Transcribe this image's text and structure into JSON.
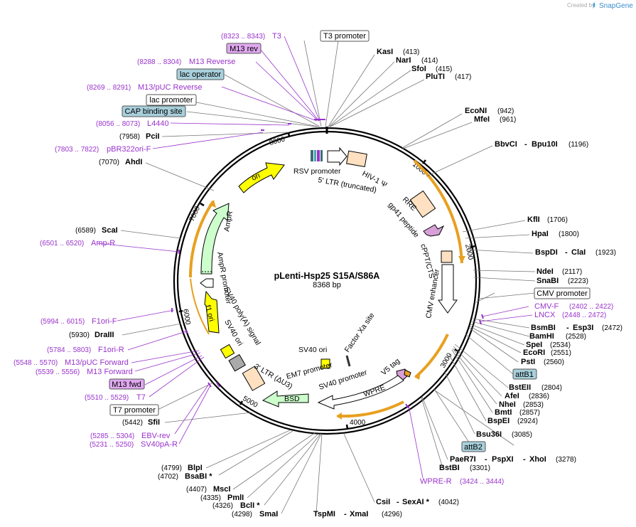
{
  "header": {
    "created_by": "Created by",
    "brand": "SnapGene"
  },
  "plasmid": {
    "name": "pLenti-Hsp25 S15A/S86A",
    "length": 8368,
    "length_label": "8368 bp"
  },
  "ticks": [
    {
      "pos": 1000,
      "label": "1000"
    },
    {
      "pos": 2000,
      "label": "2000"
    },
    {
      "pos": 3000,
      "label": "3000"
    },
    {
      "pos": 4000,
      "label": "4000"
    },
    {
      "pos": 5000,
      "label": "5000"
    },
    {
      "pos": 6000,
      "label": "6000"
    },
    {
      "pos": 7000,
      "label": "7000"
    },
    {
      "pos": 8000,
      "label": "8000"
    }
  ],
  "enzymes": [
    {
      "name": "KasI",
      "pos": "(413)"
    },
    {
      "name": "NarI",
      "pos": "(414)"
    },
    {
      "name": "SfoI",
      "pos": "(415)"
    },
    {
      "name": "PluTI",
      "pos": "(417)"
    },
    {
      "name": "EcoNI",
      "pos": "(942)"
    },
    {
      "name": "MfeI",
      "pos": "(961)"
    },
    {
      "name": "BbvCI",
      "name2": "Bpu10I",
      "pos": "(1196)"
    },
    {
      "name": "KflI",
      "pos": "(1706)"
    },
    {
      "name": "HpaI",
      "pos": "(1800)"
    },
    {
      "name": "BspDI",
      "name2": "ClaI",
      "pos": "(1923)"
    },
    {
      "name": "NdeI",
      "pos": "(2117)"
    },
    {
      "name": "SnaBI",
      "pos": "(2223)"
    },
    {
      "name": "BsmBI",
      "name2": "Esp3I",
      "pos": "(2472)"
    },
    {
      "name": "BamHI",
      "pos": "(2528)"
    },
    {
      "name": "SpeI",
      "pos": "(2534)"
    },
    {
      "name": "EcoRI",
      "pos": "(2551)"
    },
    {
      "name": "PstI",
      "pos": "(2560)"
    },
    {
      "name": "BstEII",
      "pos": "(2804)"
    },
    {
      "name": "AfeI",
      "pos": "(2836)"
    },
    {
      "name": "NheI",
      "pos": "(2853)"
    },
    {
      "name": "BmtI",
      "pos": "(2857)"
    },
    {
      "name": "BspEI",
      "pos": "(2924)"
    },
    {
      "name": "Bsu36I",
      "pos": "(3085)"
    },
    {
      "name": "PaeR7I",
      "name2": "PspXI",
      "name3": "XhoI",
      "pos": "(3278)"
    },
    {
      "name": "BstBI",
      "pos": "(3301)"
    },
    {
      "name": "CsiI",
      "name2": "SexAI *",
      "pos": "(4042)"
    },
    {
      "name": "TspMI",
      "name2": "XmaI",
      "pos": "(4296)"
    },
    {
      "name": "SmaI",
      "pos": "(4298)"
    },
    {
      "name": "BclI *",
      "pos": "(4326)"
    },
    {
      "name": "PmlI",
      "pos": "(4335)"
    },
    {
      "name": "MscI",
      "pos": "(4407)"
    },
    {
      "name": "BsaBI *",
      "pos": "(4702)"
    },
    {
      "name": "BlpI",
      "pos": "(4799)"
    },
    {
      "name": "SfiI",
      "pos": "(5442)"
    },
    {
      "name": "DraIII",
      "pos": "(5930)"
    },
    {
      "name": "ScaI",
      "pos": "(6589)"
    },
    {
      "name": "AhdI",
      "pos": "(7070)"
    },
    {
      "name": "PciI",
      "pos": "(7958)"
    }
  ],
  "primers": [
    {
      "name": "T3",
      "pos": "(8323 .. 8343)"
    },
    {
      "name": "M13 rev",
      "boxed": true
    },
    {
      "name": "M13 Reverse",
      "pos": "(8288 .. 8304)"
    },
    {
      "name": "M13/pUC Reverse",
      "pos": "(8269 .. 8291)"
    },
    {
      "name": "L4440",
      "pos": "(8056 .. 8073)"
    },
    {
      "name": "pBR322ori-F",
      "pos": "(7803 .. 7822)"
    },
    {
      "name": "Amp-R",
      "pos": "(6501 .. 6520)"
    },
    {
      "name": "F1ori-F",
      "pos": "(5994 .. 6015)"
    },
    {
      "name": "F1ori-R",
      "pos": "(5784 .. 5803)"
    },
    {
      "name": "M13/pUC Forward",
      "pos": "(5548 .. 5570)"
    },
    {
      "name": "M13 Forward",
      "pos": "(5539 .. 5556)"
    },
    {
      "name": "M13 fwd",
      "boxed": true
    },
    {
      "name": "T7",
      "pos": "(5510 .. 5529)"
    },
    {
      "name": "EBV-rev",
      "pos": "(5285 .. 5304)"
    },
    {
      "name": "SV40pA-R",
      "pos": "(5231 .. 5250)"
    },
    {
      "name": "CMV-F",
      "pos": "(2402 .. 2422)"
    },
    {
      "name": "LNCX",
      "pos": "(2448 .. 2472)"
    },
    {
      "name": "WPRE-R",
      "pos": "(3424 .. 3444)"
    }
  ],
  "boxed_features": [
    {
      "name": "T3 promoter",
      "style": "white"
    },
    {
      "name": "lac operator",
      "style": "teal"
    },
    {
      "name": "lac promoter",
      "style": "white"
    },
    {
      "name": "CAP binding site",
      "style": "teal"
    },
    {
      "name": "CMV promoter",
      "style": "white"
    },
    {
      "name": "attB1",
      "style": "teal"
    },
    {
      "name": "attB2",
      "style": "teal"
    },
    {
      "name": "T7 promoter",
      "style": "white"
    }
  ],
  "inner_features": [
    {
      "name": "RSV promoter"
    },
    {
      "name": "5' LTR (truncated)"
    },
    {
      "name": "HIV-1 Ψ"
    },
    {
      "name": "RRE"
    },
    {
      "name": "gp41 peptide"
    },
    {
      "name": "cPPT/CTS"
    },
    {
      "name": "CMV enhancer"
    },
    {
      "name": "Factor Xa site"
    },
    {
      "name": "SV40 ori"
    },
    {
      "name": "V5 tag"
    },
    {
      "name": "WPRE"
    },
    {
      "name": "EM7 promoter"
    },
    {
      "name": "SV40 promoter"
    },
    {
      "name": "BSD"
    },
    {
      "name": "3' LTR (ΔU3)"
    },
    {
      "name": "SV40 poly(A) signal"
    },
    {
      "name": "SV40 ori"
    },
    {
      "name": "f1 ori"
    },
    {
      "name": "AmpR promoter"
    },
    {
      "name": "AmpR"
    },
    {
      "name": "ori"
    }
  ],
  "colors": {
    "ori": "#ffff00",
    "ampr": "#ccffcc",
    "feature_tan": "#ffe0c0",
    "orf_orange": "#e8a020",
    "primer_purple": "#9933cc",
    "teal_box": "#a8d0dc",
    "purple_box": "#e0a8f0"
  }
}
